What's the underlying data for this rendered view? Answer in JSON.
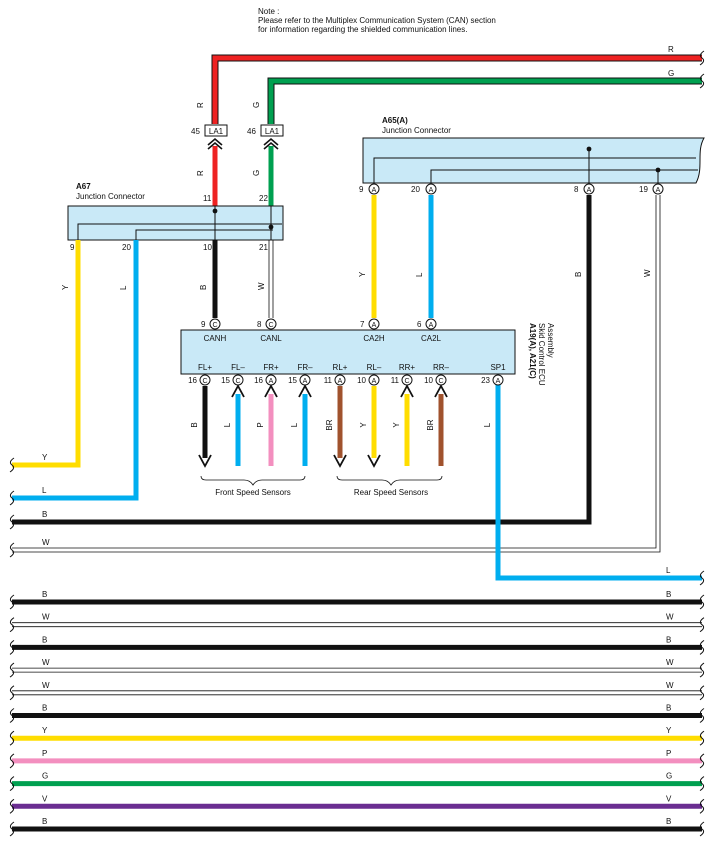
{
  "note": {
    "line1": "Note :",
    "line2": "Please refer to the Multiplex Communication System (CAN) section",
    "line3": "for information regarding the shielded communication lines."
  },
  "colors": {
    "R": "#ee2222",
    "G": "#00a050",
    "Y": "#ffdd00",
    "L": "#00aeef",
    "B": "#111111",
    "W": "#ffffff",
    "P": "#f38fbf",
    "BR": "#a0522d",
    "V": "#6a2d91",
    "connector_fill": "#c9e9f7"
  },
  "connectors": {
    "a67": {
      "id": "A67",
      "name": "Junction Connector"
    },
    "a65": {
      "id": "A65(A)",
      "name": "Junction Connector"
    },
    "ecu": {
      "id": "A19(A), A21(C)",
      "name_line1": "Skid Control ECU",
      "name_line2": "Assembly"
    },
    "la1_left": {
      "label": "LA1",
      "pin": "45"
    },
    "la1_right": {
      "label": "LA1",
      "pin": "46"
    }
  },
  "wires": {
    "red_top": {
      "code": "R",
      "above": "R",
      "below": "R",
      "pin": "11"
    },
    "green_top": {
      "code": "G",
      "above": "G",
      "below": "G",
      "pin": "22"
    },
    "a67_y": {
      "pin": "9",
      "code": "Y",
      "bottom": "Y"
    },
    "a67_l": {
      "pin": "20",
      "code": "L",
      "bottom": "L"
    },
    "a67_b": {
      "pin": "10",
      "code": "B"
    },
    "a67_w": {
      "pin": "21",
      "code": "W"
    },
    "a65_y": {
      "pin": "9",
      "code": "Y"
    },
    "a65_l": {
      "pin": "20",
      "code": "L"
    },
    "a65_b": {
      "pin": "8",
      "code": "B",
      "bottom": "B"
    },
    "a65_w": {
      "pin": "19",
      "code": "W",
      "bottom": "W"
    },
    "sp1_out": {
      "code": "L"
    }
  },
  "ecu_top_pins": [
    {
      "pin": "9",
      "conn": "C",
      "name": "CANH"
    },
    {
      "pin": "8",
      "conn": "C",
      "name": "CANL"
    },
    {
      "pin": "7",
      "conn": "A",
      "name": "CA2H"
    },
    {
      "pin": "6",
      "conn": "A",
      "name": "CA2L"
    }
  ],
  "ecu_bottom_pins": [
    {
      "pin": "16",
      "conn": "C",
      "name": "FL+",
      "code": "B",
      "dir": "down"
    },
    {
      "pin": "15",
      "conn": "C",
      "name": "FL–",
      "code": "L",
      "dir": "up"
    },
    {
      "pin": "16",
      "conn": "A",
      "name": "FR+",
      "code": "P",
      "dir": "up"
    },
    {
      "pin": "15",
      "conn": "A",
      "name": "FR–",
      "code": "L",
      "dir": "up"
    },
    {
      "pin": "11",
      "conn": "A",
      "name": "RL+",
      "code": "BR",
      "dir": "down"
    },
    {
      "pin": "10",
      "conn": "A",
      "name": "RL–",
      "code": "Y",
      "dir": "down"
    },
    {
      "pin": "11",
      "conn": "C",
      "name": "RR+",
      "code": "Y",
      "dir": "up"
    },
    {
      "pin": "10",
      "conn": "C",
      "name": "RR–",
      "code": "BR",
      "dir": "up"
    },
    {
      "pin": "23",
      "conn": "A",
      "name": "SP1",
      "code": "L",
      "dir": "none"
    }
  ],
  "sensor_groups": {
    "front": "Front Speed Sensors",
    "rear": "Rear Speed Sensors"
  },
  "bottom_wires": [
    {
      "left": "B",
      "right": "B"
    },
    {
      "left": "W",
      "right": "W"
    },
    {
      "left": "B",
      "right": "B"
    },
    {
      "left": "W",
      "right": "W"
    },
    {
      "left": "W",
      "right": "W"
    },
    {
      "left": "B",
      "right": "B"
    },
    {
      "left": "Y",
      "right": "Y"
    },
    {
      "left": "P",
      "right": "P"
    },
    {
      "left": "G",
      "right": "G"
    },
    {
      "left": "V",
      "right": "V"
    },
    {
      "left": "B",
      "right": "B"
    }
  ]
}
